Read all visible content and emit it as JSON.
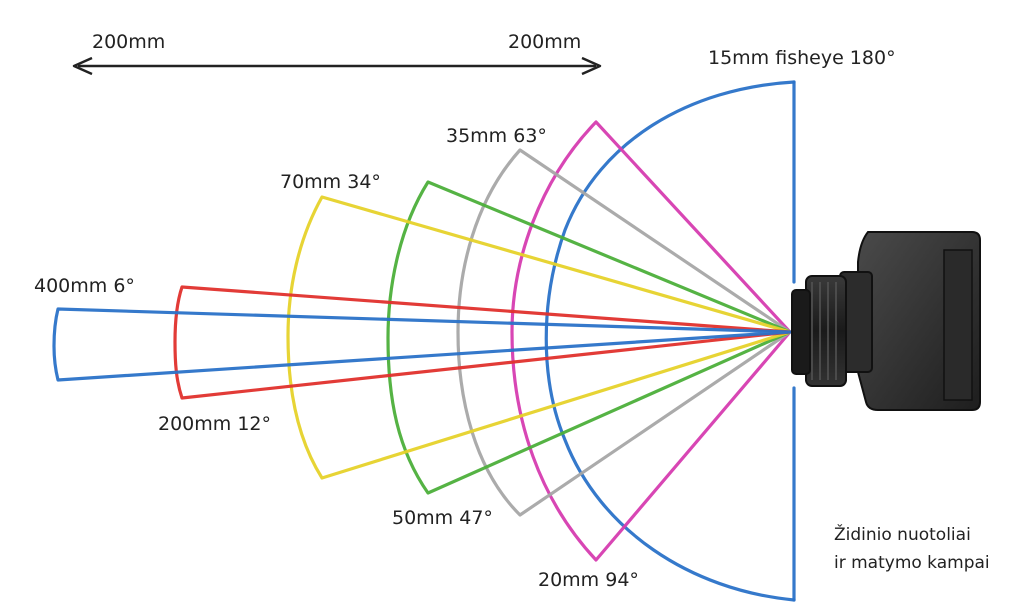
{
  "distance": {
    "left_label": "200mm",
    "right_label": "200mm"
  },
  "lenses": [
    {
      "id": "fisheye",
      "focal": "15mm fisheye",
      "angle": "180°",
      "color": "#2a72c8"
    },
    {
      "id": "20mm",
      "focal": "20mm",
      "angle": "94°",
      "color": "#d63cb0"
    },
    {
      "id": "35mm",
      "focal": "35mm",
      "angle": "63°",
      "color": "#a6a6a6"
    },
    {
      "id": "50mm",
      "focal": "50mm",
      "angle": "47°",
      "color": "#4caf3a"
    },
    {
      "id": "70mm",
      "focal": "70mm",
      "angle": "34°",
      "color": "#e6d22a"
    },
    {
      "id": "200mm",
      "focal": "200mm",
      "angle": "12°",
      "color": "#e0302c"
    },
    {
      "id": "400mm",
      "focal": "400mm",
      "angle": "6°",
      "color": "#2a72c8"
    }
  ],
  "labels": {
    "fisheye": "15mm fisheye 180°",
    "l20": "20mm 94°",
    "l35": "35mm 63°",
    "l50": "50mm 47°",
    "l70": "70mm 34°",
    "l200": "200mm 12°",
    "l400": "400mm 6°"
  },
  "caption": {
    "line1": "Židinio nuotoliai",
    "line2": "ir matymo kampai"
  },
  "icons": {
    "camera": "camera-icon"
  }
}
